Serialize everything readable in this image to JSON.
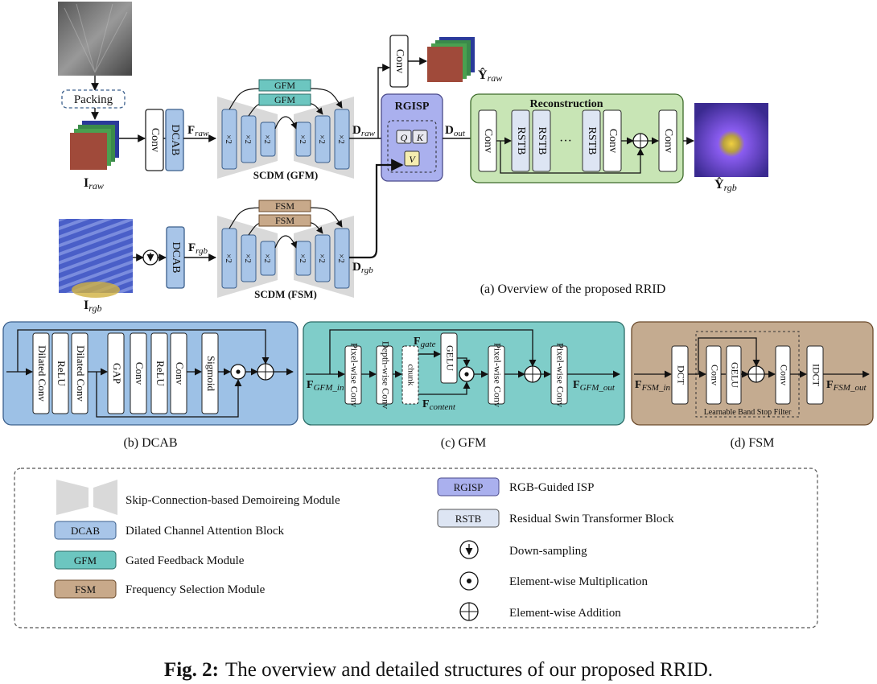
{
  "overview": {
    "packing": "Packing",
    "conv": "Conv",
    "dcab": "DCAB",
    "x2": "×2",
    "scdm_gfm": "SCDM (GFM)",
    "scdm_fsm": "SCDM (FSM)",
    "gfm": "GFM",
    "fsm": "FSM",
    "rgisp": "RGISP",
    "q": "Q",
    "k": "K",
    "v": "V",
    "reconstruction": "Reconstruction",
    "rstb": "RSTB",
    "dots": "···",
    "caption": "(a) Overview of the proposed RRID",
    "i_raw": "I",
    "i_raw_sub": "raw",
    "i_rgb": "I",
    "i_rgb_sub": "rgb",
    "f_raw": "F",
    "f_raw_sub": "raw",
    "f_rgb": "F",
    "f_rgb_sub": "rgb",
    "d_raw": "D",
    "d_raw_sub": "raw",
    "d_rgb": "D",
    "d_rgb_sub": "rgb",
    "d_out": "D",
    "d_out_sub": "out",
    "y_raw": "Ŷ",
    "y_raw_sub": "raw",
    "y_rgb": "Ŷ",
    "y_rgb_sub": "rgb"
  },
  "dcab": {
    "caption": "(b) DCAB",
    "blocks": [
      "Dilated Conv",
      "ReLU",
      "Dilated Conv",
      "GAP",
      "Conv",
      "ReLU",
      "Conv",
      "Sigmoid"
    ]
  },
  "gfm": {
    "caption": "(c) GFM",
    "in": "F",
    "in_sub": "GFM_in",
    "out": "F",
    "out_sub": "GFM_out",
    "gate": "F",
    "gate_sub": "gate",
    "content": "F",
    "content_sub": "content",
    "pw1": "Pixel-wise Conv",
    "dw": "Depth-wise Conv",
    "chunk": "chunk",
    "gelu": "GELU",
    "pw2": "Pixel-wise Conv",
    "pw3": "Pixel-wise Conv"
  },
  "fsm": {
    "caption": "(d) FSM",
    "in": "F",
    "in_sub": "FSM_in",
    "out": "F",
    "out_sub": "FSM_out",
    "dct": "DCT",
    "conv1": "Conv",
    "gelu": "GELU",
    "conv2": "Conv",
    "idct": "IDCT",
    "filter": "Learnable Band Stop Filter"
  },
  "legend": {
    "scdm": "Skip-Connection-based Demoireing Module",
    "dcab_tag": "DCAB",
    "dcab": "Dilated Channel Attention Block",
    "gfm_tag": "GFM",
    "gfm": "Gated Feedback Module",
    "fsm_tag": "FSM",
    "fsm": "Frequency Selection Module",
    "rgisp_tag": "RGISP",
    "rgisp": "RGB-Guided ISP",
    "rstb_tag": "RSTB",
    "rstb": "Residual Swin Transformer Block",
    "down": "Down-sampling",
    "mul": "Element-wise Multiplication",
    "add": "Element-wise Addition"
  },
  "figure_caption": {
    "label": "Fig. 2:",
    "text": "The overview and detailed structures of our proposed RRID."
  },
  "colors": {
    "blue_block": "#a8c5e8",
    "blue_stroke": "#3b5f8c",
    "gfm_teal": "#6cc6c0",
    "gfm_panel": "#7fcdc9",
    "fsm_tan": "#c8a98a",
    "fsm_panel": "#c4ab90",
    "rgisp_purple": "#aab0ee",
    "recon_green": "#c8e5b5",
    "rstb_light": "#dde5f3",
    "dcab_panel": "#9dc1e6"
  }
}
